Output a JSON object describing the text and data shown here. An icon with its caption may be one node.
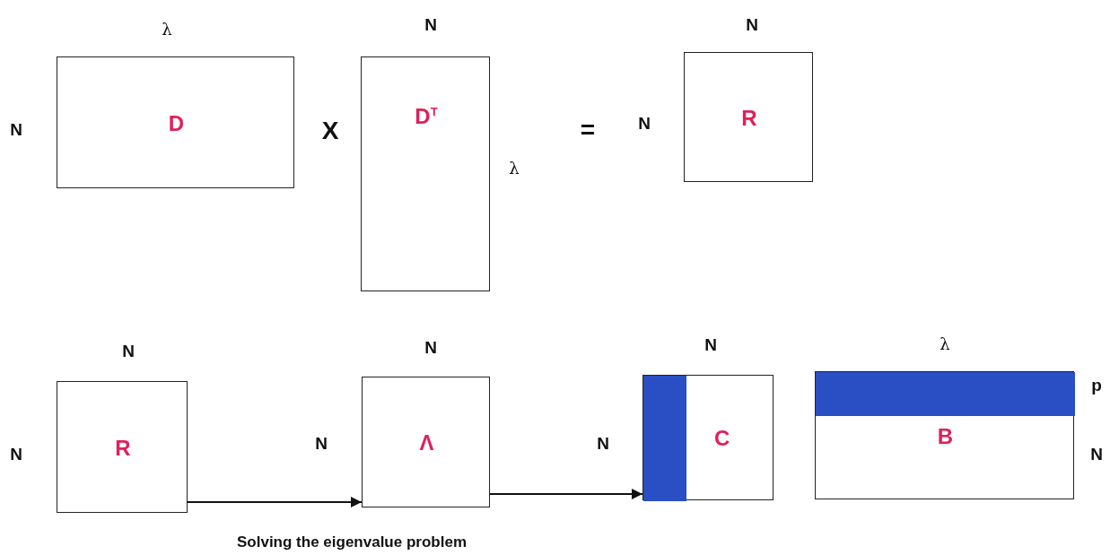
{
  "diagram": {
    "nodes": [
      {
        "text": [
          "D"
        ],
        "beside": [
          "λ",
          "N"
        ]
      },
      {
        "text": [
          "D$^{T}$"
        ],
        "beside": [
          "N",
          "λ"
        ]
      },
      {
        "text": [
          "R"
        ],
        "beside": [
          "N",
          "N"
        ]
      },
      {
        "text": [
          "R"
        ],
        "beside": [
          "N",
          "N"
        ]
      },
      {
        "text": [
          "Λ"
        ],
        "beside": [
          "N",
          "N"
        ]
      },
      {
        "text": [
          "C"
        ],
        "beside": [
          "N",
          "N"
        ]
      },
      {
        "text": [
          "B"
        ],
        "beside": [
          "λ",
          "p",
          "N"
        ]
      }
    ],
    "edges": [
      {
        "from": 3,
        "to": 4,
        "arrow": "to"
      },
      {
        "from": 4,
        "to": 5,
        "arrow": "to"
      }
    ],
    "labels": [
      "X",
      "=",
      "Solving the eigenvalue problem"
    ]
  }
}
